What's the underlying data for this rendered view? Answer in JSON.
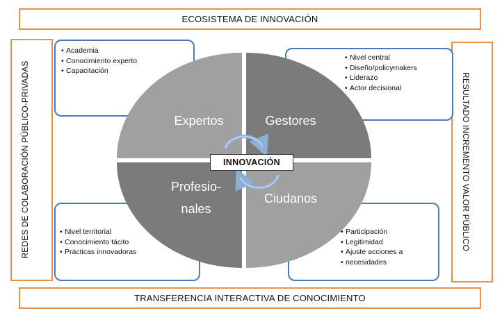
{
  "top_banner": "ECOSISTEMA DE INNOVACIÓN",
  "bottom_banner": "TRANSFERENCIA INTERACTIVA DE CONOCIMIENTO",
  "left_label": "REDES DE COLABORACIÓN PÚBLICO-PRIVADAS",
  "right_label": "RESULTADO INCREMENTO VALOR PÚBLICO",
  "center_label": "INNOVACIÓN",
  "quadrants": [
    {
      "id": "tl",
      "lines": [
        "Expertos"
      ],
      "color": "#a0a0a0"
    },
    {
      "id": "tr",
      "lines": [
        "Gestores"
      ],
      "color": "#7b7b7b"
    },
    {
      "id": "bl",
      "lines": [
        "Profesio-",
        "nales"
      ],
      "color": "#7b7b7b"
    },
    {
      "id": "br",
      "lines": [
        "Ciudanos"
      ],
      "color": "#a0a0a0"
    }
  ],
  "boxes": {
    "top_left": [
      "Academia",
      "Conocimiento experto",
      "Capacitación"
    ],
    "top_right": [
      "Nivel  central",
      "Diseño/policymakers",
      "Liderazo",
      "Actor  decisional"
    ],
    "bottom_left": [
      "Nivel territorial",
      "Conocimiento tácito",
      "Prácticas  innovadoras"
    ],
    "bottom_right": [
      "Participación",
      "Legitimidad",
      "Ajuste acciones a",
      "necesidades"
    ]
  },
  "colors": {
    "frame": "#ec8f45",
    "box_border": "#4a7bb6",
    "arrow": "#8fb0d6"
  }
}
